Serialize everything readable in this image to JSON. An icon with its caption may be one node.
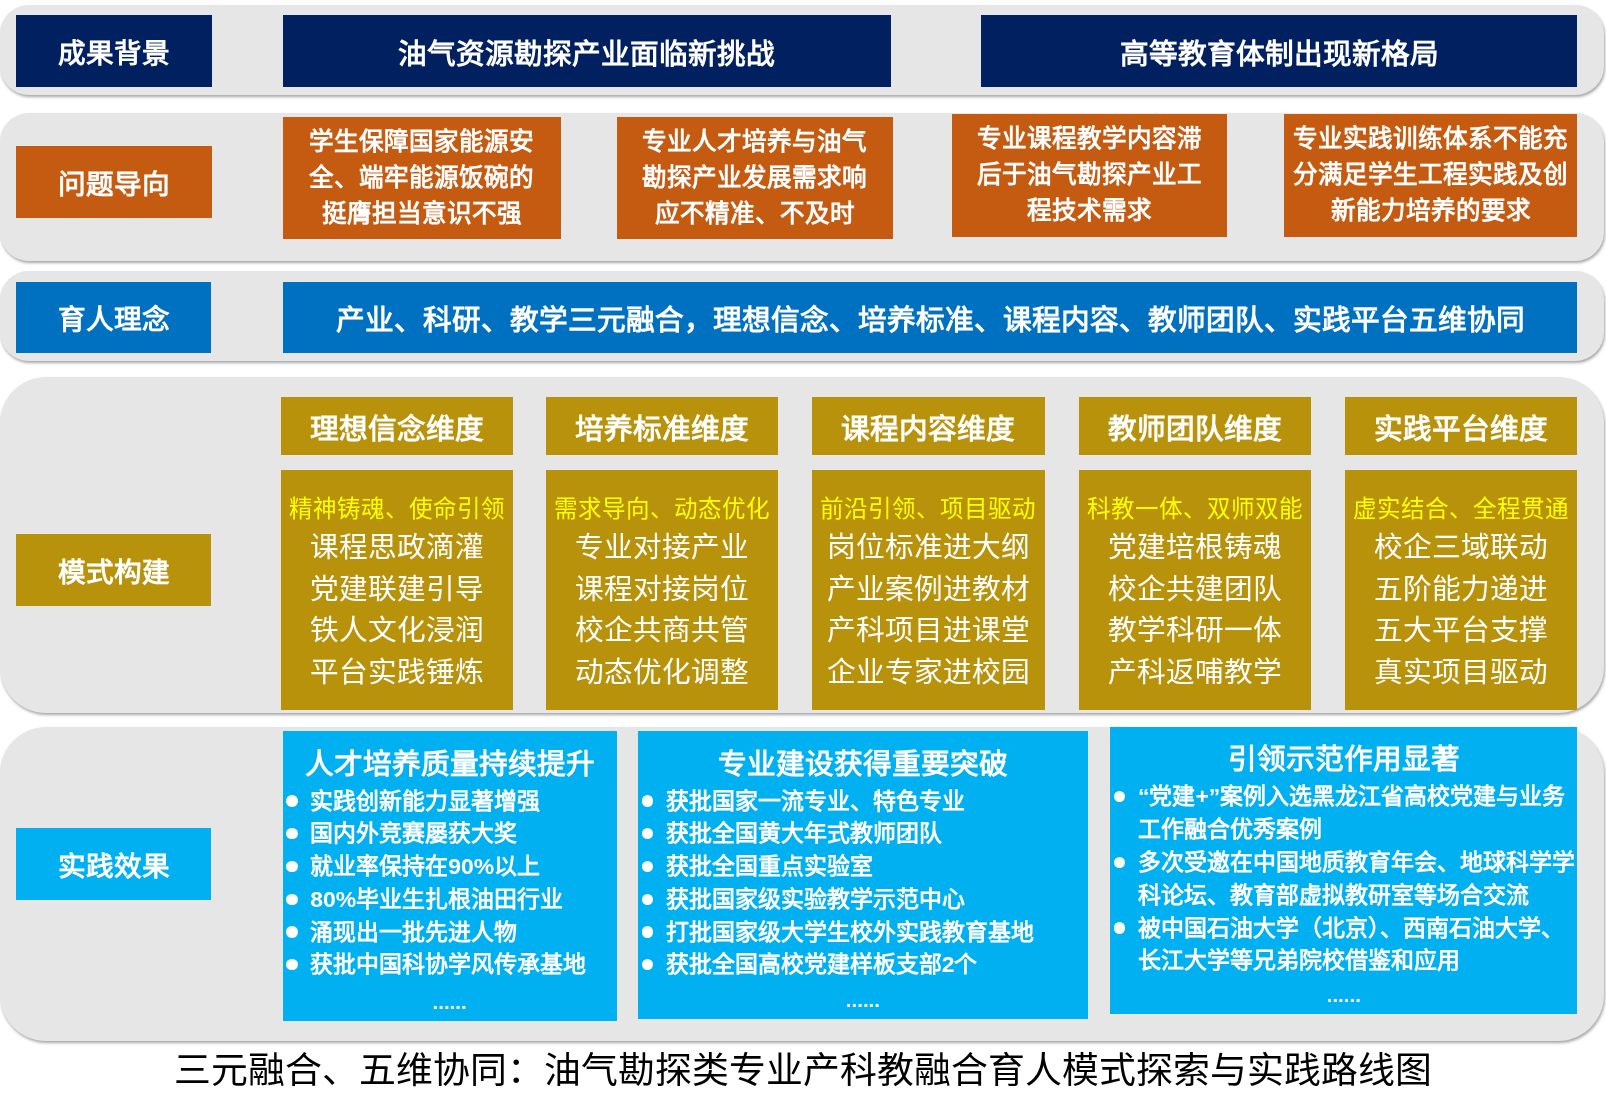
{
  "diagram": {
    "caption": "三元融合、五维协同：油气勘探类专业产科教融合育人模式探索与实践路线图",
    "nodes": [
      {
        "text": [],
        "shape": "band"
      },
      {
        "text": [
          "成果背景"
        ],
        "in": 0
      },
      {
        "text": [
          "油气资源勘探产业面临新挑战"
        ],
        "in": 0
      },
      {
        "text": [
          "高等教育体制出现新格局"
        ],
        "in": 0
      },
      {
        "text": [],
        "shape": "band"
      },
      {
        "text": [
          "问题导向"
        ],
        "in": 4
      },
      {
        "text": [
          "学生保障国家能源安全、端牢能源饭碗的挺膺担当意识不强"
        ],
        "in": 4
      },
      {
        "text": [
          "专业人才培养与油气勘探产业发展需求响应不精准、不及时"
        ],
        "in": 4
      },
      {
        "text": [
          "专业课程教学内容滞后于油气勘探产业工程技术需求"
        ],
        "in": 4
      },
      {
        "text": [
          "专业实践训练体系不能充分满足学生工程实践及创新能力培养的要求"
        ],
        "in": 4
      },
      {
        "text": [],
        "shape": "band"
      },
      {
        "text": [
          "育人理念"
        ],
        "in": 10
      },
      {
        "text": [
          "产业、科研、教学三元融合，理想信念、培养标准、课程内容、教师团队、实践平台五维协同"
        ],
        "in": 10
      },
      {
        "text": [],
        "shape": "band"
      },
      {
        "text": [
          "模式构建"
        ],
        "in": 13
      },
      {
        "text": [
          "理想信念维度"
        ],
        "in": 13
      },
      {
        "text": [
          "培养标准维度"
        ],
        "in": 13
      },
      {
        "text": [
          "课程内容维度"
        ],
        "in": 13
      },
      {
        "text": [
          "教师团队维度"
        ],
        "in": 13
      },
      {
        "text": [
          "实践平台维度"
        ],
        "in": 13
      },
      {
        "text": [
          "精神铸魂、使命引领",
          "课程思政滴灌",
          "党建联建引导",
          "铁人文化浸润",
          "平台实践锤炼"
        ],
        "in": 13
      },
      {
        "text": [
          "需求导向、动态优化",
          "专业对接产业",
          "课程对接岗位",
          "校企共商共管",
          "动态优化调整"
        ],
        "in": 13
      },
      {
        "text": [
          "前沿引领、项目驱动",
          "岗位标准进大纲",
          "产业案例进教材",
          "产科项目进课堂",
          "企业专家进校园"
        ],
        "in": 13
      },
      {
        "text": [
          "科教一体、双师双能",
          "党建培根铸魂",
          "校企共建团队",
          "教学科研一体",
          "产科返哺教学"
        ],
        "in": 13
      },
      {
        "text": [
          "虚实结合、全程贯通",
          "校企三域联动",
          "五阶能力递进",
          "五大平台支撑",
          "真实项目驱动"
        ],
        "in": 13
      },
      {
        "text": [],
        "shape": "band"
      },
      {
        "text": [
          "实践效果"
        ],
        "in": 25
      },
      {
        "text": [
          "人才培养质量持续提升",
          "实践创新能力显著增强",
          "国内外竞赛屡获大奖",
          "就业率保持在90%以上",
          "80%毕业生扎根油田行业",
          "涌现出一批先进人物",
          "获批中国科协学风传承基地",
          "......"
        ],
        "in": 25
      },
      {
        "text": [
          "专业建设获得重要突破",
          "获批国家一流专业、特色专业",
          "获批全国黄大年式教师团队",
          "获批全国重点实验室",
          "获批国家级实验教学示范中心",
          "打批国家级大学生校外实践教育基地",
          "获批全国高校党建样板支部2个",
          "......"
        ],
        "in": 25
      },
      {
        "text": [
          "引领示范作用显著",
          "“党建+”案例入选黑龙江省高校党建与业务工作融合优秀案例",
          "多次受邀在中国地质教育年会、地球科学学科论坛、教育部虚拟教研室等场合交流",
          "被中国石油大学（北京）、西南石油大学、长江大学等兄弟院校借鉴和应用",
          "......"
        ],
        "in": 25
      }
    ]
  }
}
